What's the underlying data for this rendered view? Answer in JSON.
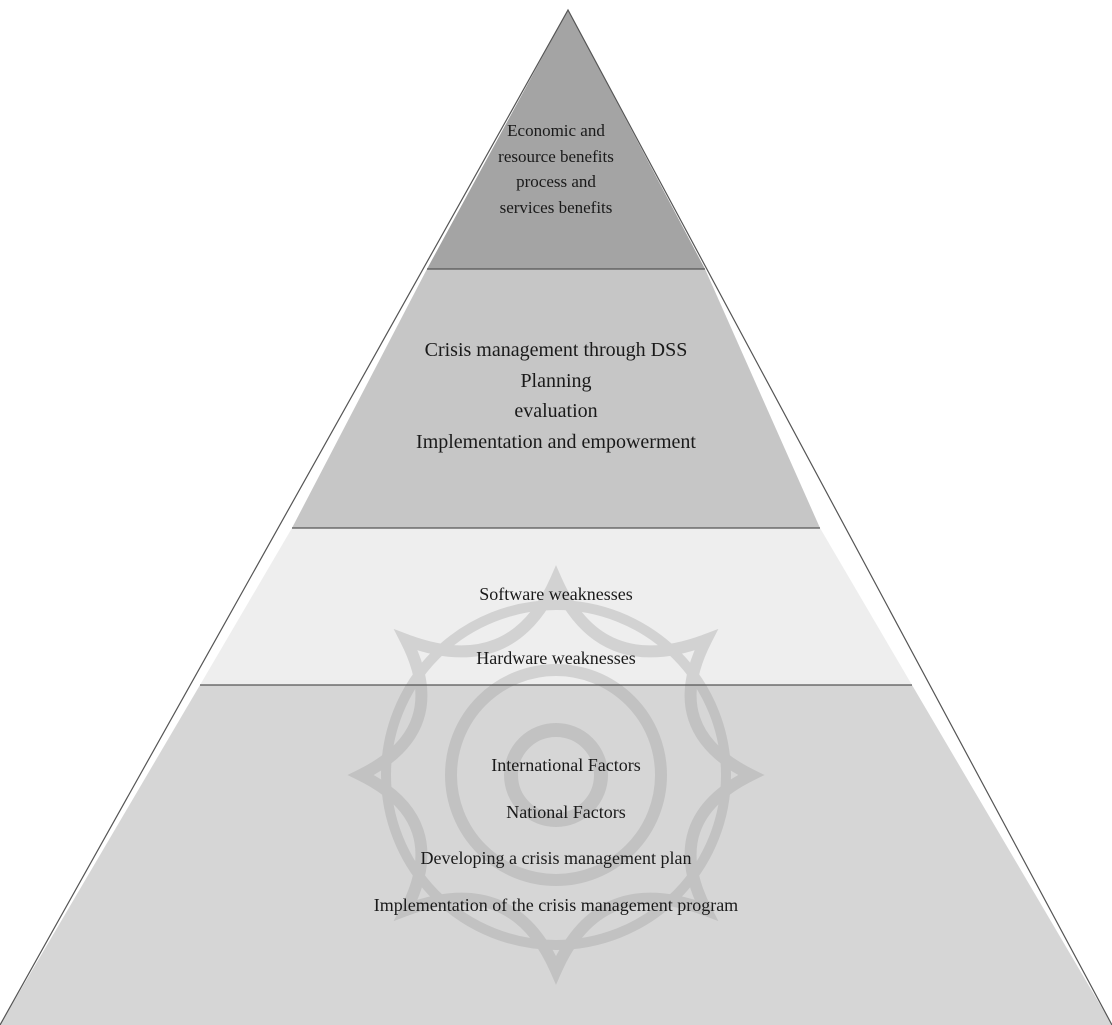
{
  "diagram": {
    "type": "pyramid",
    "tiers": [
      {
        "lines": [
          "Economic and",
          "resource benefits",
          "process and",
          "services benefits"
        ],
        "fill": "#a4a4a4"
      },
      {
        "lines": [
          "Crisis management through DSS",
          "Planning",
          "evaluation",
          "Implementation and empowerment"
        ],
        "fill": "#c6c6c6"
      },
      {
        "lines": [
          "Software weaknesses",
          "Hardware weaknesses"
        ],
        "fill": "#eeeeee"
      },
      {
        "lines": [
          "International Factors",
          "National Factors",
          "Developing a crisis management plan",
          "Implementation of the crisis management program"
        ],
        "fill": "#d6d6d6"
      }
    ],
    "colors": {
      "outline": "#555555",
      "watermark": "#9a9a9a"
    }
  }
}
